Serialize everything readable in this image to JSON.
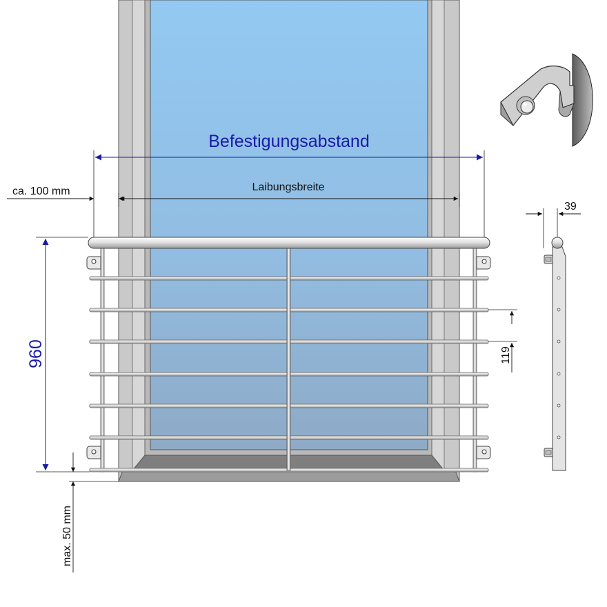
{
  "labels": {
    "mounting_distance": "Befestigungsabstand",
    "reveal_width": "Laibungsbreite",
    "wall_offset": "ca. 100 mm",
    "height": "960",
    "rail_spacing": "119",
    "floor_gap": "max. 50 mm",
    "profile_offset": "39"
  },
  "colors": {
    "dimension_blue": "#1a1aa8",
    "glass_top": "#93c9f2",
    "glass_bottom": "#8fb0cf",
    "frame": "#c6c6c6",
    "steel": "#e4e4e4",
    "outline": "#333333"
  }
}
